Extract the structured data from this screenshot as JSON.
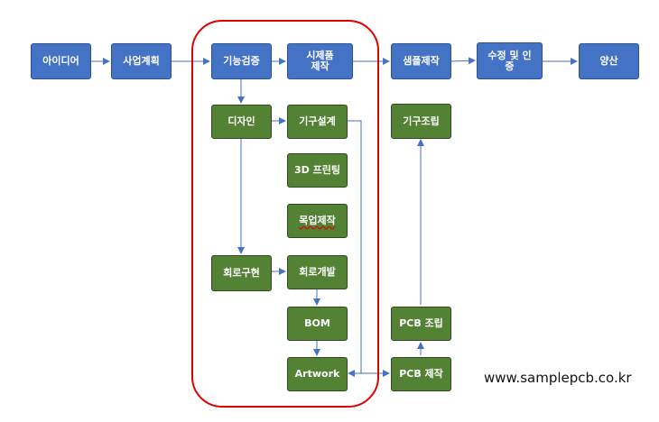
{
  "nodes": {
    "idea": "아이디어",
    "business_plan": "사업계획",
    "function_verify": "기능검증",
    "prototype": "시제품\n제작",
    "sample": "샘플제작",
    "certification": "수정 및 인\n증",
    "mass_production": "양산",
    "design": "디자인",
    "mech_design": "기구설계",
    "printing_3d": "3D 프린팅",
    "mockup": "목업제작",
    "circuit_impl": "회로구현",
    "circuit_dev": "회로개발",
    "bom": "BOM",
    "artwork": "Artwork",
    "pcb_fab": "PCB 제작",
    "pcb_assembly": "PCB 조립",
    "mech_assembly": "기구조립"
  },
  "watermark": "www.samplepcb.co.kr",
  "colors": {
    "blue": "#4472c4",
    "green": "#548235",
    "arrow": "#4472c4",
    "highlight": "#e00000"
  }
}
